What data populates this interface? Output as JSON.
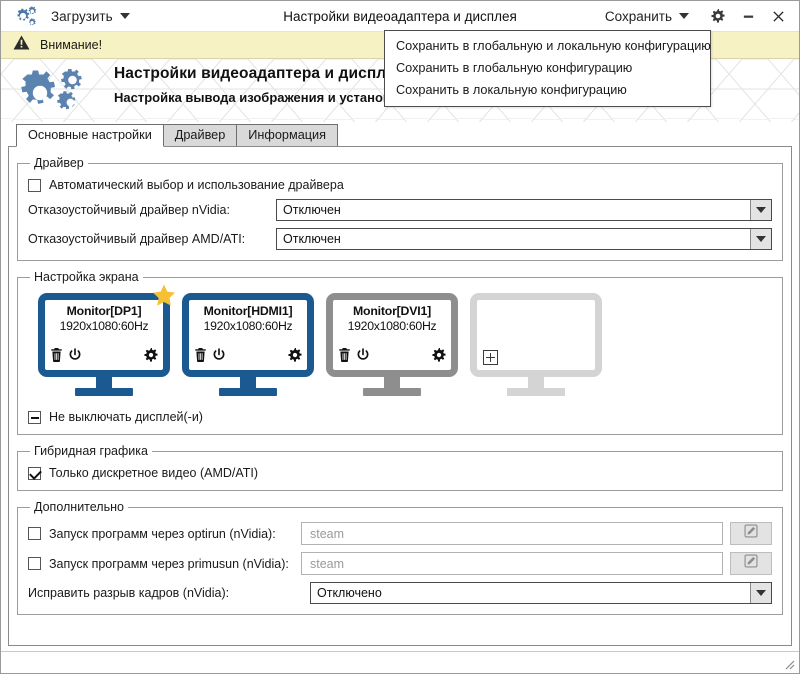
{
  "titlebar": {
    "logo_icon": "gears-icon",
    "load_label": "Загрузить",
    "load_caret_icon": "chevron-down-icon",
    "title": "Настройки видеоадаптера и дисплея",
    "save_label": "Сохранить",
    "save_caret_icon": "chevron-down-icon",
    "settings_icon": "gear-icon",
    "minimize_icon": "minimize-icon",
    "close_icon": "close-icon"
  },
  "save_menu": {
    "items": [
      {
        "label": "Сохранить в глобальную и локальную конфигурацию"
      },
      {
        "label": "Сохранить в глобальную конфигурацию"
      },
      {
        "label": "Сохранить в локальную конфигурацию"
      }
    ]
  },
  "warning": {
    "icon": "warning-triangle-icon",
    "text": "Внимание!",
    "background": "#f6f2c3"
  },
  "banner": {
    "logo_icon": "gears-logo-icon",
    "heading": "Настройки видеоадаптера и дисплея",
    "subheading": "Настройка вывода изображения и установка драйвера видеокарты"
  },
  "tabs": [
    {
      "label": "Основные настройки",
      "active": true
    },
    {
      "label": "Драйвер",
      "active": false
    },
    {
      "label": "Информация",
      "active": false
    }
  ],
  "driver_group": {
    "legend": "Драйвер",
    "auto_checkbox": {
      "label": "Автоматический выбор и использование драйвера",
      "state": "unchecked"
    },
    "nvidia": {
      "label": "Отказоустойчивый драйвер nVidia:",
      "value": "Отключен"
    },
    "amd": {
      "label": "Отказоустойчивый драйвер AMD/ATI:",
      "value": "Отключен"
    }
  },
  "screen_group": {
    "legend": "Настройка экрана",
    "monitors": [
      {
        "name": "Monitor[DP1]",
        "resolution": "1920x1080:60Hz",
        "state": "active",
        "color": "#1b5a90",
        "primary": true,
        "star_icon": "star-icon",
        "icons": [
          "trash-icon",
          "power-icon",
          "gear-icon"
        ]
      },
      {
        "name": "Monitor[HDMI1]",
        "resolution": "1920x1080:60Hz",
        "state": "active",
        "color": "#1b5a90",
        "primary": false,
        "icons": [
          "trash-icon",
          "power-icon",
          "gear-icon"
        ]
      },
      {
        "name": "Monitor[DVI1]",
        "resolution": "1920x1080:60Hz",
        "state": "disabled",
        "color": "#8e8e8e",
        "primary": false,
        "icons": [
          "trash-icon",
          "power-icon",
          "gear-icon"
        ]
      },
      {
        "name": "",
        "resolution": "",
        "state": "empty",
        "color": "#d4d4d4",
        "primary": false,
        "icons": [
          "plus-icon"
        ]
      }
    ],
    "keep_on_checkbox": {
      "label": "Не выключать дисплей(-и)",
      "state": "indeterminate"
    }
  },
  "hybrid_group": {
    "legend": "Гибридная графика",
    "discrete_checkbox": {
      "label": "Только дискретное видео (AMD/ATI)",
      "state": "checked"
    }
  },
  "extra_group": {
    "legend": "Дополнительно",
    "optirun": {
      "label": "Запуск программ через optirun (nVidia):",
      "state": "unchecked",
      "placeholder": "steam",
      "edit_icon": "pencil-edit-icon"
    },
    "primusun": {
      "label": "Запуск программ через primusun (nVidia):",
      "state": "unchecked",
      "placeholder": "steam",
      "edit_icon": "pencil-edit-icon"
    },
    "tearfree": {
      "label": "Исправить разрыв кадров (nVidia):",
      "value": "Отключено"
    }
  },
  "statusbar": {
    "grip_icon": "resize-grip-icon"
  }
}
